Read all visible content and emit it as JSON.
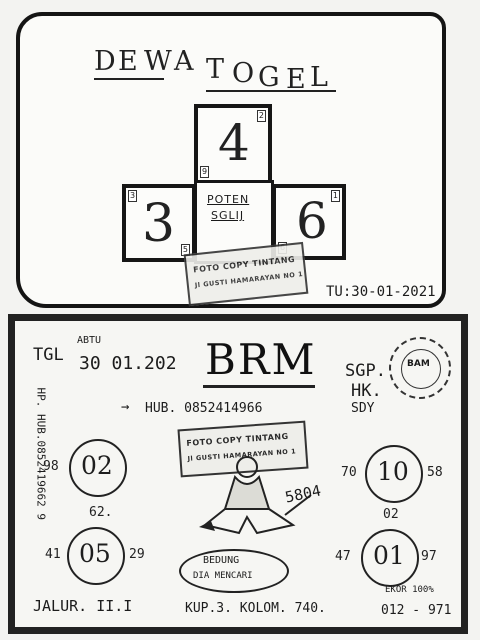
{
  "top": {
    "brand_letters": [
      "D",
      "E",
      "W",
      "A",
      "T",
      "O",
      "G",
      "E",
      "L"
    ],
    "grid": {
      "top_value": "4",
      "left_value": "3",
      "right_value": "6",
      "center_lines": [
        "POTEN",
        "SGLIJ"
      ],
      "corner_top": "2",
      "corner_left": "3",
      "corner_right": "1",
      "corner_left_bottom": "5",
      "corner_center": "9",
      "corner_right_bottom": "6"
    },
    "stamp_lines": [
      "FOTO COPY TINTANG",
      "Jl GUSTI HAMARAYAN NO 1"
    ],
    "date": "TU:30-01-2021"
  },
  "bottom": {
    "tgl_label": "TGL",
    "tgl_date": "30 01.202",
    "tgl_note": "ABTU",
    "title": "BRM",
    "sgp": "SGP.",
    "hk": "HK.",
    "sdy": "SDY",
    "phone_line": "HUB. 0852414966",
    "vertical_phone": "HP. HUB.0852419662 9",
    "round_stamp": "BAM",
    "circles": [
      {
        "value": "02",
        "left": "98",
        "right": "",
        "below": "62."
      },
      {
        "value": "10",
        "left": "70",
        "right": "58",
        "below": "02"
      },
      {
        "value": "05",
        "left": "41",
        "right": "29",
        "below": ""
      },
      {
        "value": "01",
        "left": "47",
        "right": "97",
        "below": ""
      }
    ],
    "scribble": "5804",
    "bubble_lines": [
      "BEDUNG",
      "DIA MENCARI"
    ],
    "jalur": "JALUR. II.I",
    "kup": "KUP.3. KOLOM. 740.",
    "ekor_label": "EKOR 100%",
    "ekor": "012 - 971",
    "stamp_lines": [
      "FOTO COPY TINTANG",
      "Jl GUSTI HAMARAYAN NO 1"
    ]
  }
}
